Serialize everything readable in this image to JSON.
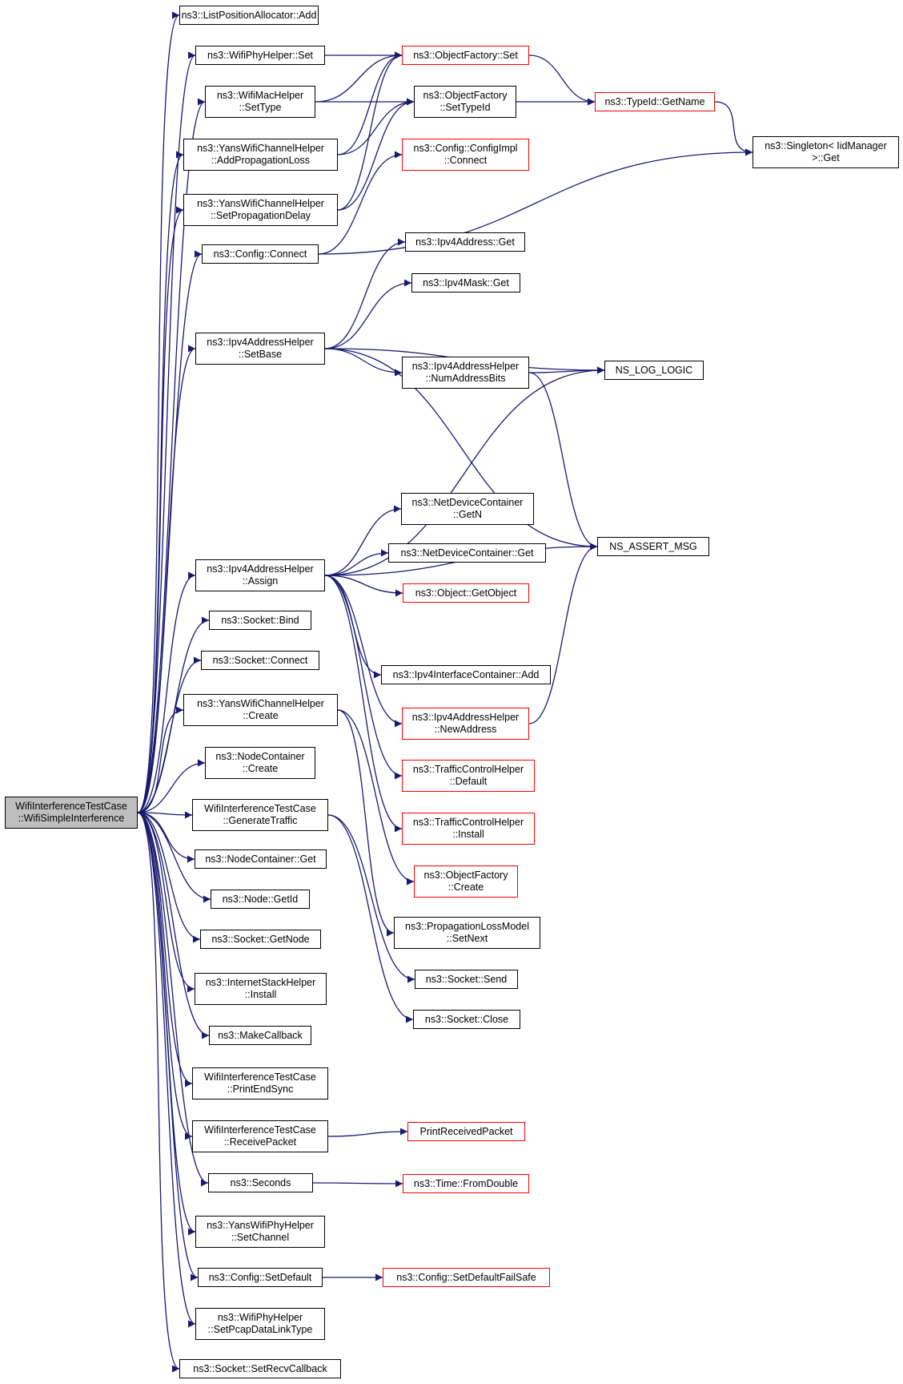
{
  "colors": {
    "edge": "#191970",
    "node_border": "#000000",
    "truncated_border": "#ff0000",
    "root_fill": "#bfbfbf"
  },
  "nodes": [
    {
      "id": "root",
      "label": "WifiInterferenceTestCase\n::WifiSimpleInterference",
      "style": "root"
    },
    {
      "id": "listpos",
      "label": "ns3::ListPositionAllocator::Add",
      "style": "normal"
    },
    {
      "id": "wifiphyset",
      "label": "ns3::WifiPhyHelper::Set",
      "style": "normal"
    },
    {
      "id": "wifimacsettype",
      "label": "ns3::WifiMacHelper\n::SetType",
      "style": "normal"
    },
    {
      "id": "yansaddprop",
      "label": "ns3::YansWifiChannelHelper\n::AddPropagationLoss",
      "style": "normal"
    },
    {
      "id": "yanssetprop",
      "label": "ns3::YansWifiChannelHelper\n::SetPropagationDelay",
      "style": "normal"
    },
    {
      "id": "cfgconnect",
      "label": "ns3::Config::Connect",
      "style": "normal"
    },
    {
      "id": "ipv4setbase",
      "label": "ns3::Ipv4AddressHelper\n::SetBase",
      "style": "normal"
    },
    {
      "id": "ipv4assign",
      "label": "ns3::Ipv4AddressHelper\n::Assign",
      "style": "normal"
    },
    {
      "id": "sockbind",
      "label": "ns3::Socket::Bind",
      "style": "normal"
    },
    {
      "id": "sockconnect",
      "label": "ns3::Socket::Connect",
      "style": "normal"
    },
    {
      "id": "yanscreate",
      "label": "ns3::YansWifiChannelHelper\n::Create",
      "style": "normal"
    },
    {
      "id": "nodecreate",
      "label": "ns3::NodeContainer\n::Create",
      "style": "normal"
    },
    {
      "id": "gentraffic",
      "label": "WifiInterferenceTestCase\n::GenerateTraffic",
      "style": "normal"
    },
    {
      "id": "nodecget",
      "label": "ns3::NodeContainer::Get",
      "style": "normal"
    },
    {
      "id": "nodegetid",
      "label": "ns3::Node::GetId",
      "style": "normal"
    },
    {
      "id": "sockgetnode",
      "label": "ns3::Socket::GetNode",
      "style": "normal"
    },
    {
      "id": "inetinstall",
      "label": "ns3::InternetStackHelper\n::Install",
      "style": "normal"
    },
    {
      "id": "makecallback",
      "label": "ns3::MakeCallback",
      "style": "normal"
    },
    {
      "id": "printendsync",
      "label": "WifiInterferenceTestCase\n::PrintEndSync",
      "style": "normal"
    },
    {
      "id": "receivepacket",
      "label": "WifiInterferenceTestCase\n::ReceivePacket",
      "style": "normal"
    },
    {
      "id": "seconds",
      "label": "ns3::Seconds",
      "style": "normal"
    },
    {
      "id": "yansphysetchan",
      "label": "ns3::YansWifiPhyHelper\n::SetChannel",
      "style": "normal"
    },
    {
      "id": "cfgsetdefault",
      "label": "ns3::Config::SetDefault",
      "style": "normal"
    },
    {
      "id": "setpcap",
      "label": "ns3::WifiPhyHelper\n::SetPcapDataLinkType",
      "style": "normal"
    },
    {
      "id": "setrecvcb",
      "label": "ns3::Socket::SetRecvCallback",
      "style": "normal"
    },
    {
      "id": "objfactset",
      "label": "ns3::ObjectFactory::Set",
      "style": "red"
    },
    {
      "id": "objfactsettypeid",
      "label": "ns3::ObjectFactory\n::SetTypeId",
      "style": "normal"
    },
    {
      "id": "cfgimplconnect",
      "label": "ns3::Config::ConfigImpl\n::Connect",
      "style": "red"
    },
    {
      "id": "ipv4addrget",
      "label": "ns3::Ipv4Address::Get",
      "style": "normal"
    },
    {
      "id": "ipv4maskget",
      "label": "ns3::Ipv4Mask::Get",
      "style": "normal"
    },
    {
      "id": "numaddrbits",
      "label": "ns3::Ipv4AddressHelper\n::NumAddressBits",
      "style": "normal"
    },
    {
      "id": "ndcgetn",
      "label": "ns3::NetDeviceContainer\n::GetN",
      "style": "normal"
    },
    {
      "id": "ndcget",
      "label": "ns3::NetDeviceContainer::Get",
      "style": "normal"
    },
    {
      "id": "getobject",
      "label": "ns3::Object::GetObject",
      "style": "red"
    },
    {
      "id": "ifcadd",
      "label": "ns3::Ipv4InterfaceContainer::Add",
      "style": "normal"
    },
    {
      "id": "newaddress",
      "label": "ns3::Ipv4AddressHelper\n::NewAddress",
      "style": "red"
    },
    {
      "id": "tcdefault",
      "label": "ns3::TrafficControlHelper\n::Default",
      "style": "red"
    },
    {
      "id": "tcinstall",
      "label": "ns3::TrafficControlHelper\n::Install",
      "style": "red"
    },
    {
      "id": "objfactcreate",
      "label": "ns3::ObjectFactory\n::Create",
      "style": "red"
    },
    {
      "id": "proplosssetnext",
      "label": "ns3::PropagationLossModel\n::SetNext",
      "style": "normal"
    },
    {
      "id": "socksend",
      "label": "ns3::Socket::Send",
      "style": "normal"
    },
    {
      "id": "sockclose",
      "label": "ns3::Socket::Close",
      "style": "normal"
    },
    {
      "id": "printrecv",
      "label": "PrintReceivedPacket",
      "style": "red"
    },
    {
      "id": "timefromdouble",
      "label": "ns3::Time::FromDouble",
      "style": "red"
    },
    {
      "id": "setdefaultfailsafe",
      "label": "ns3::Config::SetDefaultFailSafe",
      "style": "red"
    },
    {
      "id": "typeidgetname",
      "label": "ns3::TypeId::GetName",
      "style": "red"
    },
    {
      "id": "singletonget",
      "label": "ns3::Singleton< IidManager\n>::Get",
      "style": "normal"
    },
    {
      "id": "nsloglogic",
      "label": "NS_LOG_LOGIC",
      "style": "normal"
    },
    {
      "id": "nsassertmsg",
      "label": "NS_ASSERT_MSG",
      "style": "normal"
    }
  ],
  "edges": [
    [
      "root",
      "listpos"
    ],
    [
      "root",
      "wifiphyset"
    ],
    [
      "root",
      "wifimacsettype"
    ],
    [
      "root",
      "yansaddprop"
    ],
    [
      "root",
      "yanssetprop"
    ],
    [
      "root",
      "cfgconnect"
    ],
    [
      "root",
      "ipv4setbase"
    ],
    [
      "root",
      "ipv4assign"
    ],
    [
      "root",
      "sockbind"
    ],
    [
      "root",
      "sockconnect"
    ],
    [
      "root",
      "yanscreate"
    ],
    [
      "root",
      "nodecreate"
    ],
    [
      "root",
      "gentraffic"
    ],
    [
      "root",
      "nodecget"
    ],
    [
      "root",
      "nodegetid"
    ],
    [
      "root",
      "sockgetnode"
    ],
    [
      "root",
      "inetinstall"
    ],
    [
      "root",
      "makecallback"
    ],
    [
      "root",
      "printendsync"
    ],
    [
      "root",
      "receivepacket"
    ],
    [
      "root",
      "seconds"
    ],
    [
      "root",
      "yansphysetchan"
    ],
    [
      "root",
      "cfgsetdefault"
    ],
    [
      "root",
      "setpcap"
    ],
    [
      "root",
      "setrecvcb"
    ],
    [
      "wifiphyset",
      "objfactset"
    ],
    [
      "wifimacsettype",
      "objfactset"
    ],
    [
      "wifimacsettype",
      "objfactsettypeid"
    ],
    [
      "yansaddprop",
      "objfactset"
    ],
    [
      "yansaddprop",
      "objfactsettypeid"
    ],
    [
      "yanssetprop",
      "objfactset"
    ],
    [
      "yanssetprop",
      "objfactsettypeid"
    ],
    [
      "cfgconnect",
      "cfgimplconnect"
    ],
    [
      "cfgconnect",
      "singletonget"
    ],
    [
      "ipv4setbase",
      "ipv4addrget"
    ],
    [
      "ipv4setbase",
      "ipv4maskget"
    ],
    [
      "ipv4setbase",
      "nsloglogic"
    ],
    [
      "ipv4setbase",
      "numaddrbits"
    ],
    [
      "ipv4setbase",
      "nsassertmsg"
    ],
    [
      "numaddrbits",
      "nsloglogic"
    ],
    [
      "numaddrbits",
      "nsassertmsg"
    ],
    [
      "ipv4assign",
      "nsloglogic"
    ],
    [
      "ipv4assign",
      "ndcgetn"
    ],
    [
      "ipv4assign",
      "ndcget"
    ],
    [
      "ipv4assign",
      "getobject"
    ],
    [
      "ipv4assign",
      "nsassertmsg"
    ],
    [
      "ipv4assign",
      "ifcadd"
    ],
    [
      "ipv4assign",
      "newaddress"
    ],
    [
      "ipv4assign",
      "tcdefault"
    ],
    [
      "ipv4assign",
      "tcinstall"
    ],
    [
      "newaddress",
      "nsassertmsg"
    ],
    [
      "yanscreate",
      "objfactcreate"
    ],
    [
      "yanscreate",
      "proplosssetnext"
    ],
    [
      "gentraffic",
      "socksend"
    ],
    [
      "gentraffic",
      "sockclose"
    ],
    [
      "receivepacket",
      "printrecv"
    ],
    [
      "seconds",
      "timefromdouble"
    ],
    [
      "cfgsetdefault",
      "setdefaultfailsafe"
    ],
    [
      "objfactset",
      "typeidgetname"
    ],
    [
      "objfactsettypeid",
      "typeidgetname"
    ],
    [
      "typeidgetname",
      "singletonget"
    ]
  ]
}
